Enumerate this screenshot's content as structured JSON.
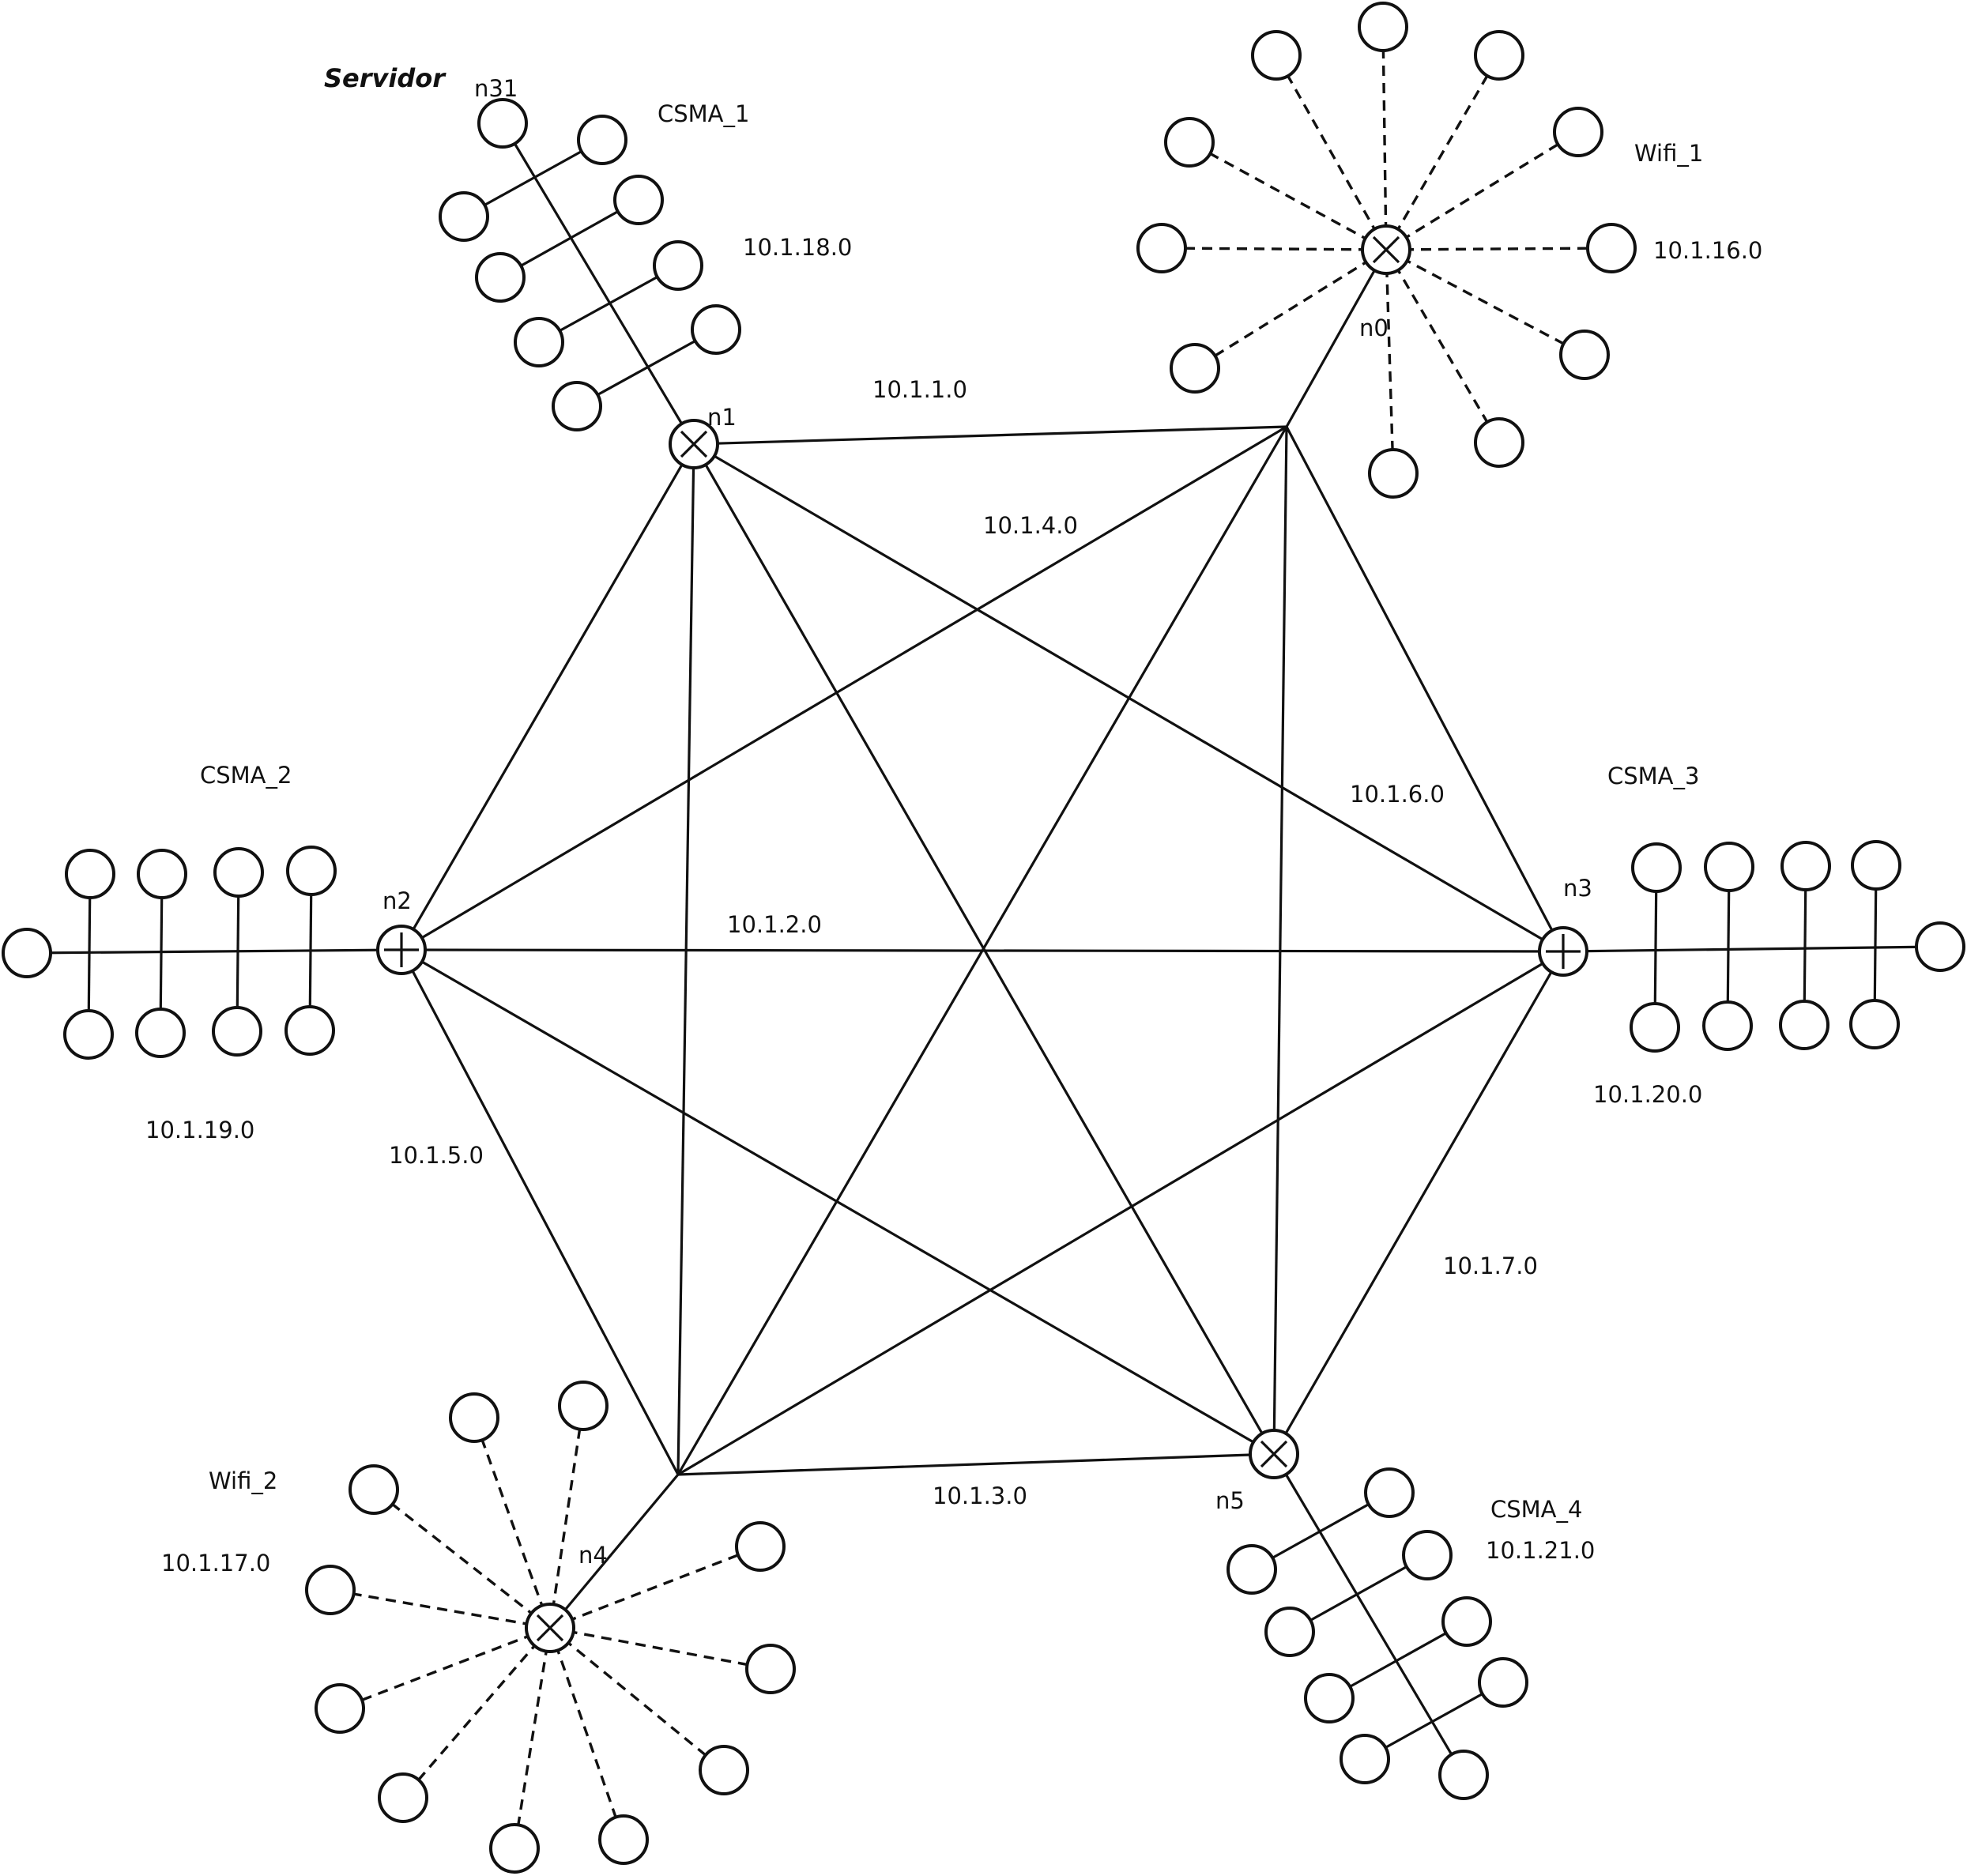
{
  "colors": {
    "line": "#111111",
    "background": "#ffffff"
  },
  "routers": [
    {
      "id": "n0",
      "label": "n0",
      "symbol": "x"
    },
    {
      "id": "n1",
      "label": "n1",
      "symbol": "x"
    },
    {
      "id": "n2",
      "label": "n2",
      "symbol": "+"
    },
    {
      "id": "n3",
      "label": "n3",
      "symbol": "+"
    },
    {
      "id": "n4",
      "label": "n4",
      "symbol": "x"
    },
    {
      "id": "n5",
      "label": "n5",
      "symbol": "x"
    }
  ],
  "server": {
    "title": "Servidor",
    "node": "n31"
  },
  "networks": [
    {
      "name": "CSMA_1",
      "subnet": "10.1.18.0",
      "attached_to": "n1",
      "kind": "csma"
    },
    {
      "name": "CSMA_2",
      "subnet": "10.1.19.0",
      "attached_to": "n2",
      "kind": "csma"
    },
    {
      "name": "CSMA_3",
      "subnet": "10.1.20.0",
      "attached_to": "n3",
      "kind": "csma"
    },
    {
      "name": "CSMA_4",
      "subnet": "10.1.21.0",
      "attached_to": "n5",
      "kind": "csma"
    },
    {
      "name": "Wifi_1",
      "subnet": "10.1.16.0",
      "attached_to": "n0",
      "kind": "wifi"
    },
    {
      "name": "Wifi_2",
      "subnet": "10.1.17.0",
      "attached_to": "n4",
      "kind": "wifi"
    }
  ],
  "links": [
    {
      "subnet": "10.1.1.0"
    },
    {
      "subnet": "10.1.2.0"
    },
    {
      "subnet": "10.1.3.0"
    },
    {
      "subnet": "10.1.4.0"
    },
    {
      "subnet": "10.1.5.0"
    },
    {
      "subnet": "10.1.6.0"
    },
    {
      "subnet": "10.1.7.0"
    }
  ]
}
